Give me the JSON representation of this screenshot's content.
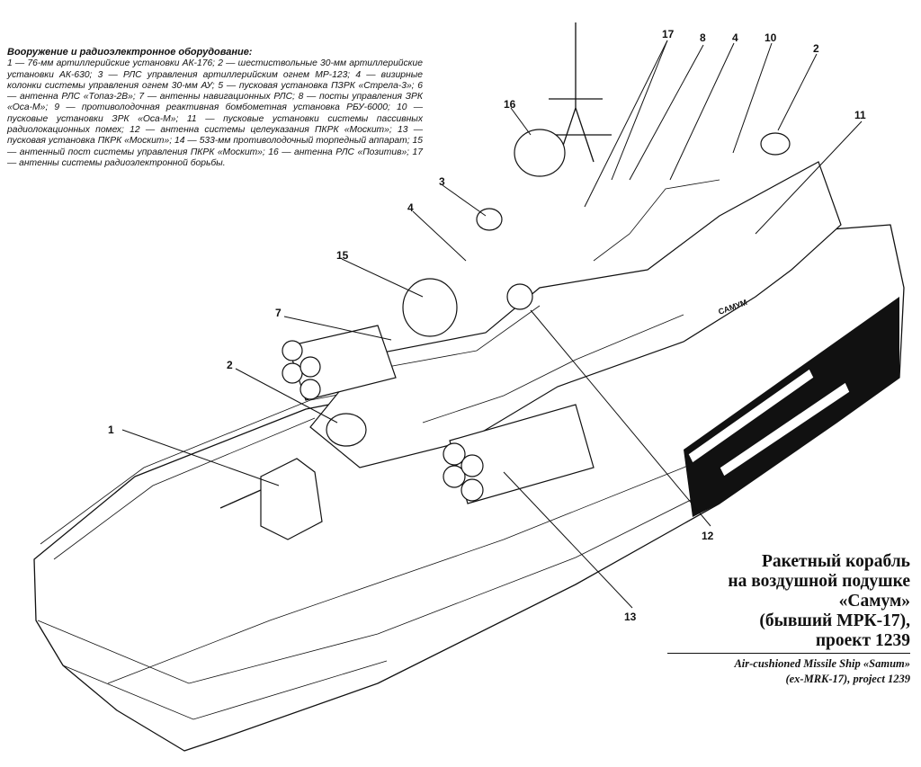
{
  "legend": {
    "title": "Вооружение и радиоэлектронное оборудование:",
    "body": "1 — 76-мм артиллерийские установки АК-176; 2 — шестиствольные 30-мм артиллерийские установки АК-630; 3 — РЛС управления артиллерийским огнем МР-123; 4 — визирные колонки системы управления огнем 30-мм АУ; 5 — пусковая установка ПЗРК «Стрела-3»; 6 — антенна РЛС «Топаз-2В»; 7 — антенны навигационных РЛС; 8 — посты управления ЗРК «Оса-М»; 9 — противолодочная реактивная бомбометная установка РБУ-6000; 10 — пусковые установки ЗРК «Оса-М»; 11 — пусковые установки системы пассивных радиолокационных помех; 12 — антенна системы целеуказания ПКРК «Москит»; 13 — пусковая установка ПКРК «Москит»; 14 — 533-мм противолодочный торпедный аппарат; 15 — антенный пост системы управления ПКРК «Москит»; 16 — антенна РЛС «Позитив»; 17 — антенны системы радиоэлектронной борьбы."
  },
  "callouts": [
    "1",
    "2",
    "2",
    "3",
    "4",
    "4",
    "7",
    "8",
    "10",
    "11",
    "12",
    "13",
    "15",
    "16",
    "17"
  ],
  "hull_lettering": "САМУМ",
  "caption": {
    "ru_line1": "Ракетный корабль",
    "ru_line2": "на воздушной подушке",
    "ru_line3": "«Самум»",
    "ru_line4": "(бывший МРК-17),",
    "ru_line5": "проект 1239",
    "en_line1": "Air-cushioned Missile Ship «Samum»",
    "en_line2": "(ex-MRK-17), project 1239"
  }
}
